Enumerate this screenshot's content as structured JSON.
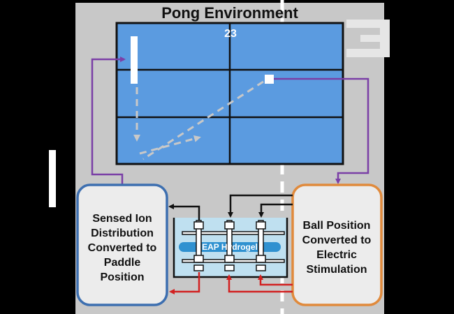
{
  "title": "Pong Environment",
  "score": "23",
  "left_box": {
    "text": "Sensed Ion Distribution Converted to Paddle Position",
    "color": "#3d6fb0"
  },
  "right_box": {
    "text": "Ball Position Converted to Electric Stimulation",
    "color": "#e08a3c"
  },
  "hydrogel_label": "EAP Hydrogel",
  "colors": {
    "background": "#000000",
    "panel": "#c8c8c8",
    "screen": "#5b9be0",
    "feedback_arrow": "#7b3fa6",
    "input_arrow": "#d22020",
    "output_arrow": "#111111"
  }
}
